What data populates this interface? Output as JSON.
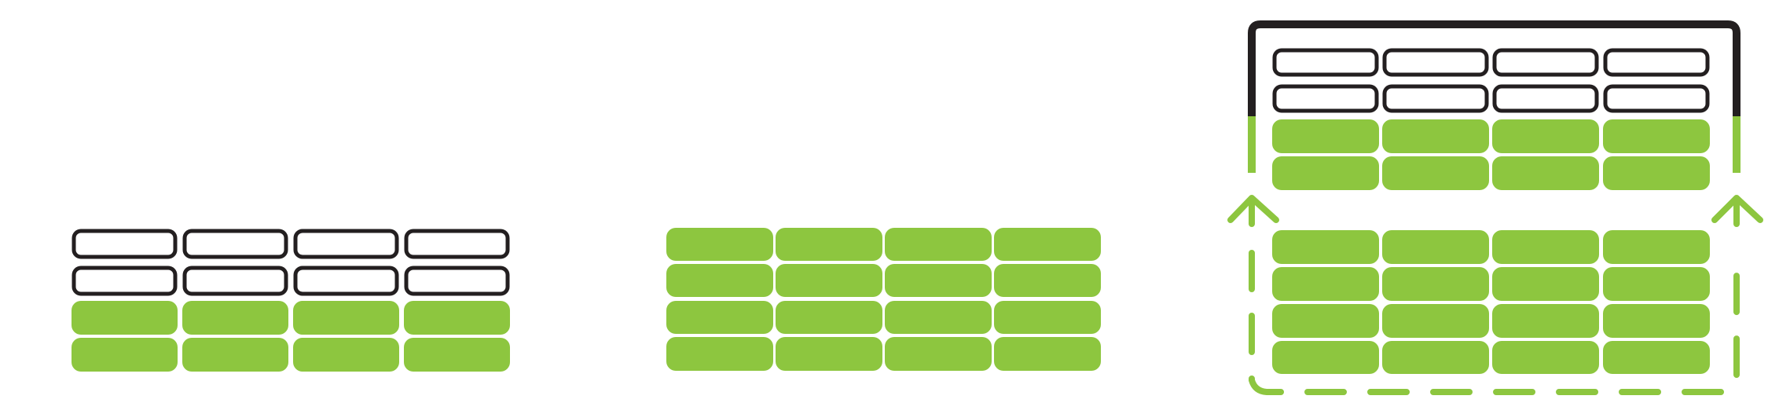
{
  "colors": {
    "accent_green": "#8dc63f",
    "outline_dark": "#231f20",
    "background": "#ffffff"
  },
  "panels": [
    {
      "name": "partial-grid",
      "outlined_rows": 2,
      "filled_rows": 2,
      "columns": 4
    },
    {
      "name": "full-grid",
      "outlined_rows": 0,
      "filled_rows": 4,
      "columns": 4
    },
    {
      "name": "expanded-grid",
      "outlined_rows": 2,
      "filled_rows": 2,
      "columns": 4,
      "lower_filled_rows": 4
    }
  ]
}
